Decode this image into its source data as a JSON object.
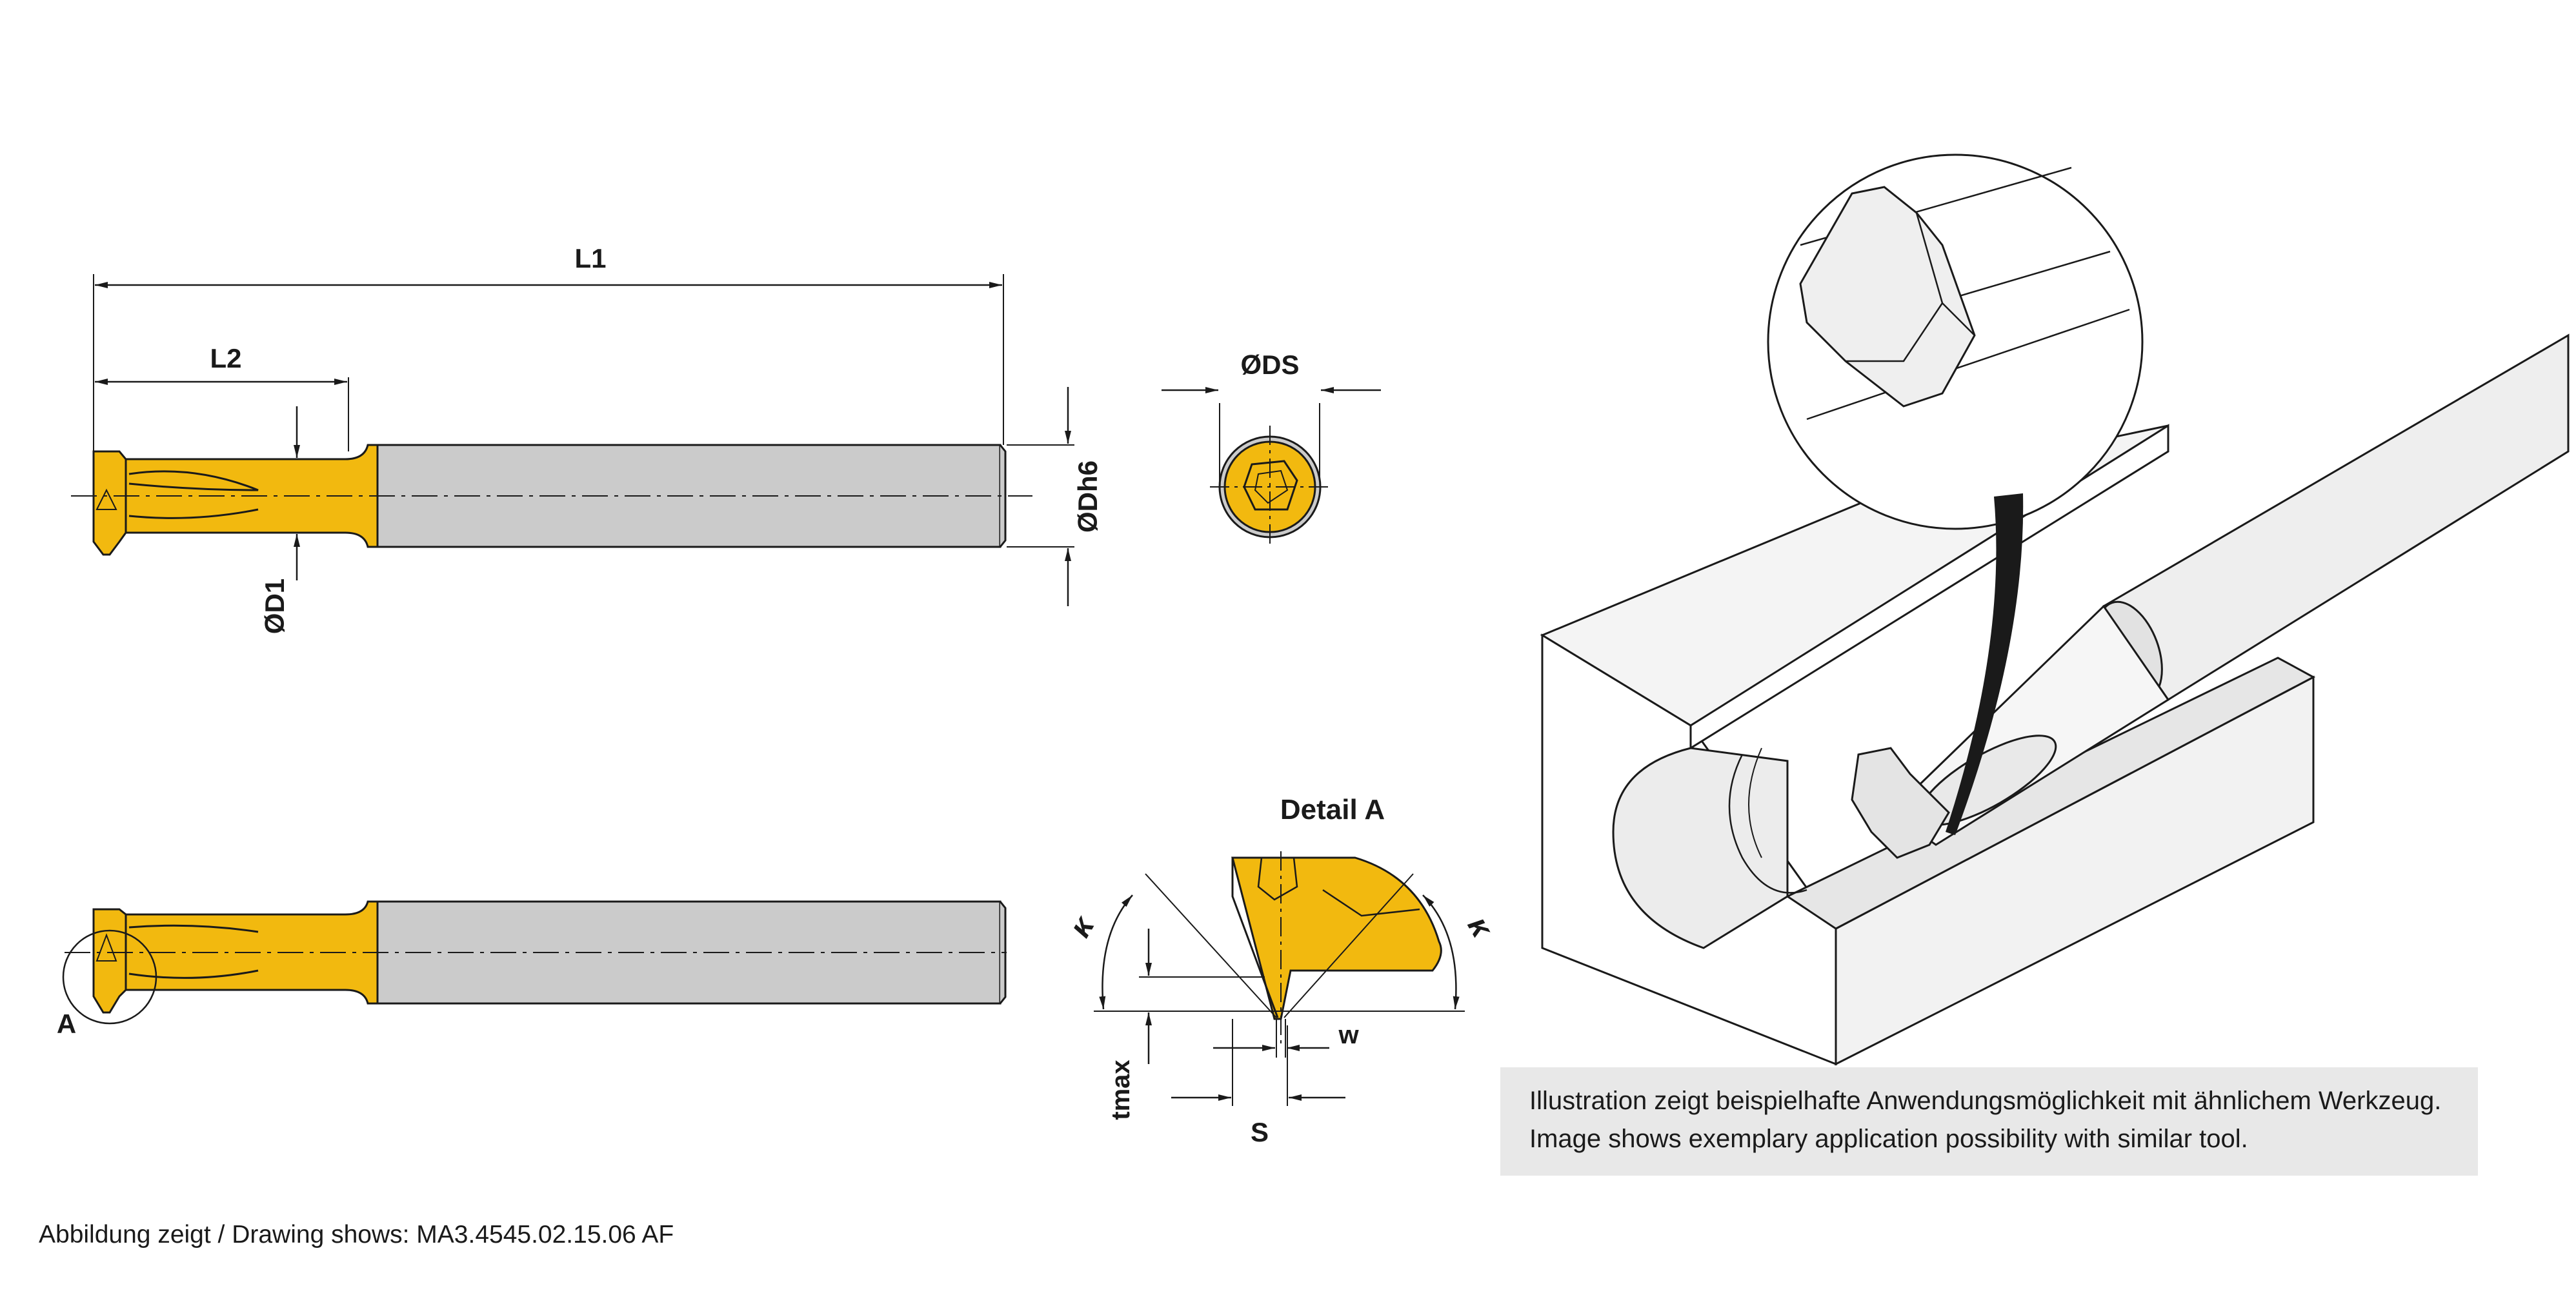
{
  "colors": {
    "tool_gold": "#f2b90f",
    "shank_grey": "#cbcbcb",
    "line": "#1a1a1a",
    "caption_bg": "#e8e8e8"
  },
  "labels": {
    "L1": "L1",
    "L2": "L2",
    "D1": "ØD1",
    "Dh6": "ØDh6",
    "DS": "ØDS",
    "detail_title": "Detail A",
    "A": "A",
    "kappa_left": "κ",
    "kappa_right": "κ",
    "w": "w",
    "tmax": "tmax",
    "S": "S"
  },
  "caption": {
    "line_de": "Illustration zeigt beispielhafte Anwendungsmöglichkeit mit ähnlichem Werkzeug.",
    "line_en": "Image shows exemplary application possibility with similar tool."
  },
  "footer": {
    "text": "Abbildung zeigt / Drawing shows: MA3.4545.02.15.06 AF"
  }
}
